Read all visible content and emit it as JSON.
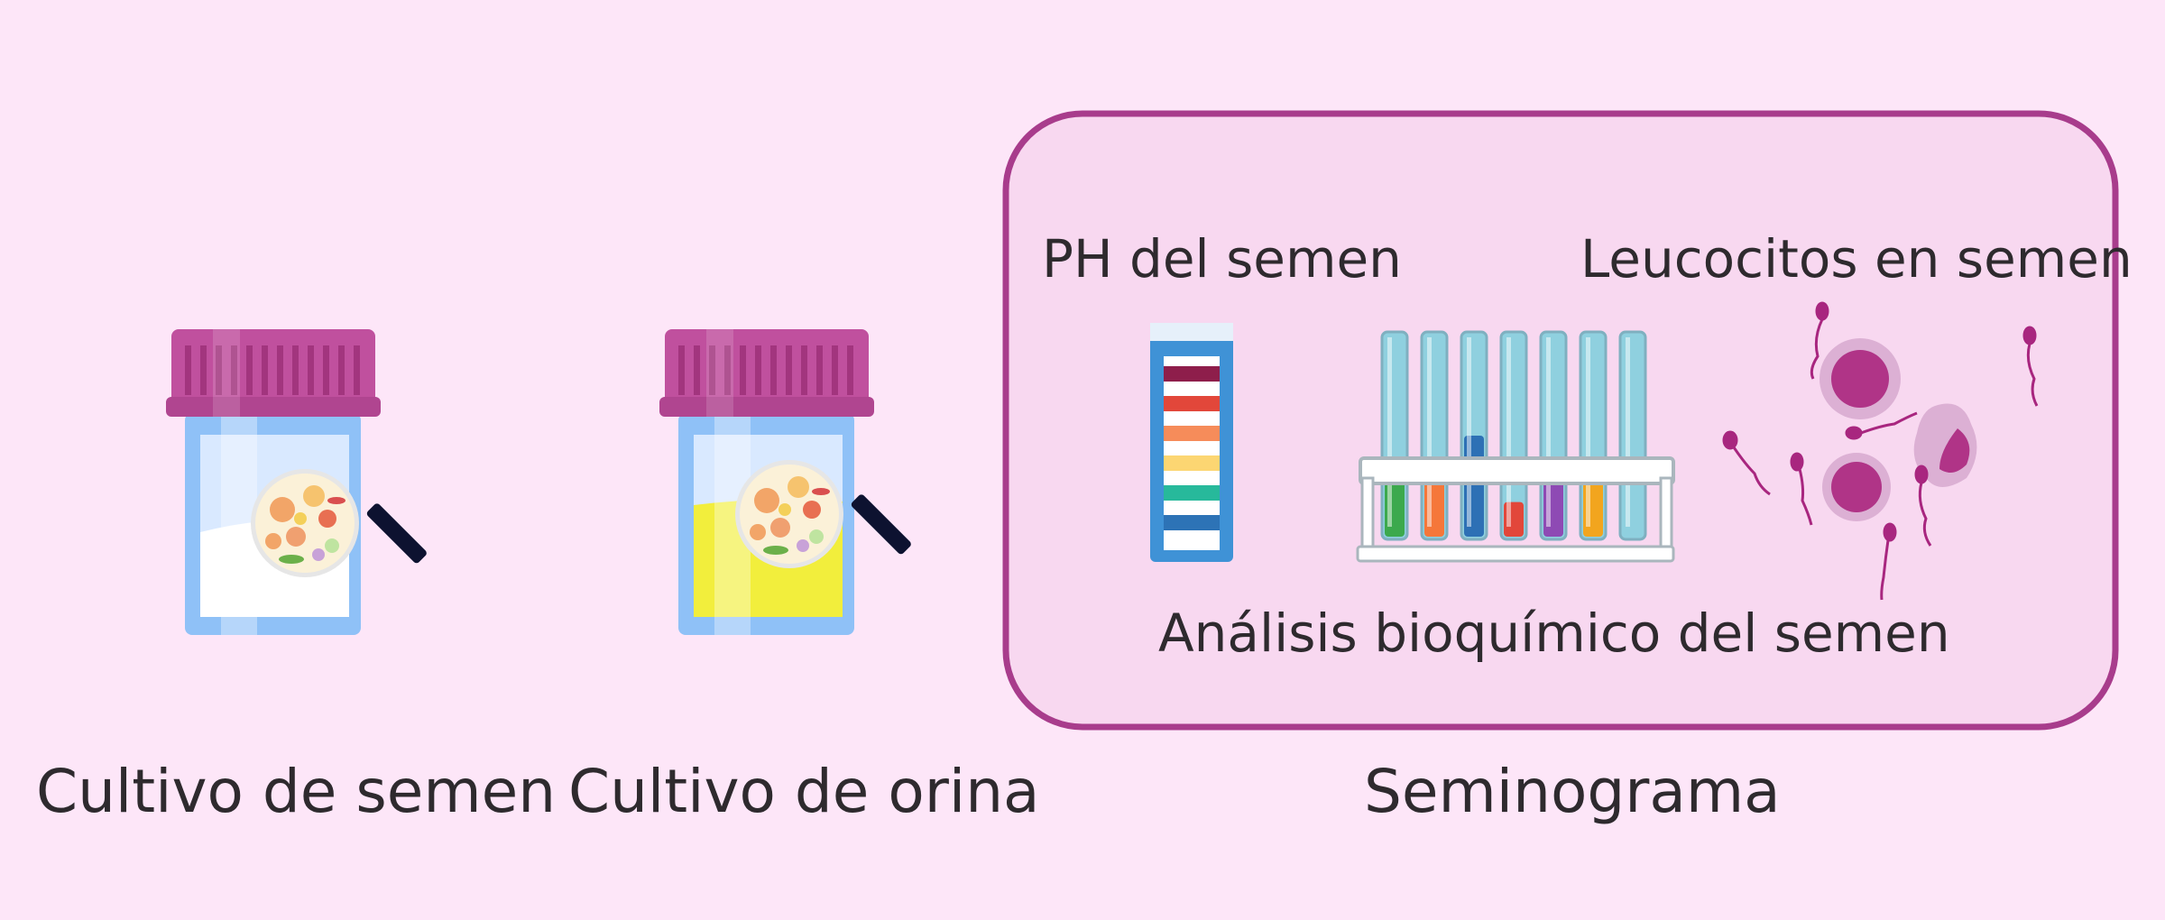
{
  "colors": {
    "background": "#fde6f8",
    "panel_fill": "#f8d8f0",
    "panel_border": "#a83c8c",
    "cap": "#c0509e",
    "cup_blue": "#8fc1f7",
    "urine_yellow": "#f2ee3c",
    "sperm_magenta": "#a8267f"
  },
  "items": {
    "semen_culture": {
      "label": "Cultivo de semen",
      "icon": "sample-cup-with-magnifier-icon"
    },
    "urine_culture": {
      "label": "Cultivo de orina",
      "icon": "urine-cup-with-magnifier-icon"
    },
    "seminogram": {
      "label": "Seminograma",
      "ph": {
        "label": "PH del semen",
        "icon": "ph-test-strip-icon",
        "strip_colors": [
          "#8e1e4b",
          "#e2473a",
          "#f68c5a",
          "#fcd672",
          "#27b99b",
          "#2d73b6"
        ]
      },
      "leukocytes": {
        "label": "Leucocitos en semen",
        "icon": "sperm-and-leukocytes-icon"
      },
      "biochem": {
        "label": "Análisis bioquímico del semen",
        "icon": "test-tube-rack-icon",
        "tube_colors": [
          "#3ca94d",
          "#f5773a",
          "#2d70b5",
          "#e2473a",
          "#8e4ab4",
          "#f2a51e",
          "#8fc8dc"
        ],
        "tube_levels": [
          0.35,
          0.33,
          0.5,
          0.18,
          0.37,
          0.33,
          0
        ]
      }
    }
  }
}
